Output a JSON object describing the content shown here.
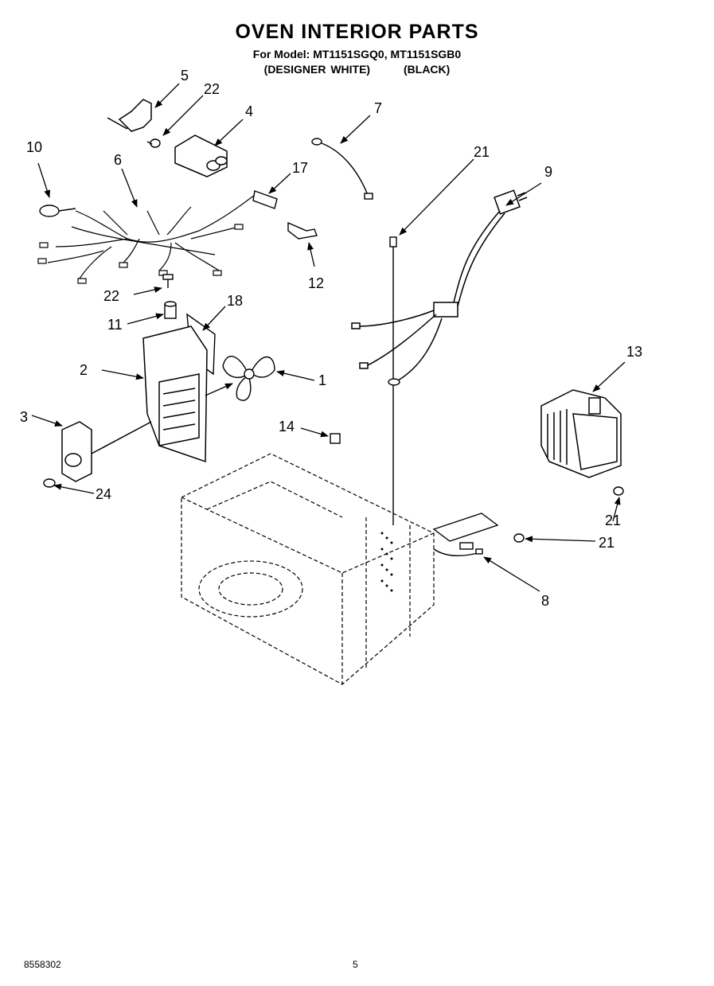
{
  "header": {
    "title": "OVEN INTERIOR PARTS",
    "model_line": "For Model: MT1151SGQ0, MT1151SGB0",
    "variant_left": "(DESIGNER WHITE)",
    "variant_right": "(BLACK)"
  },
  "callouts": {
    "c1": "1",
    "c2": "2",
    "c3": "3",
    "c4": "4",
    "c5": "5",
    "c6": "6",
    "c7": "7",
    "c8": "8",
    "c9": "9",
    "c10": "10",
    "c11": "11",
    "c12": "12",
    "c13": "13",
    "c14": "14",
    "c17": "17",
    "c18": "18",
    "c21a": "21",
    "c21b": "21",
    "c21c": "21",
    "c22a": "22",
    "c22b": "22",
    "c24": "24"
  },
  "footer": {
    "doc_number": "8558302",
    "page_number": "5"
  }
}
